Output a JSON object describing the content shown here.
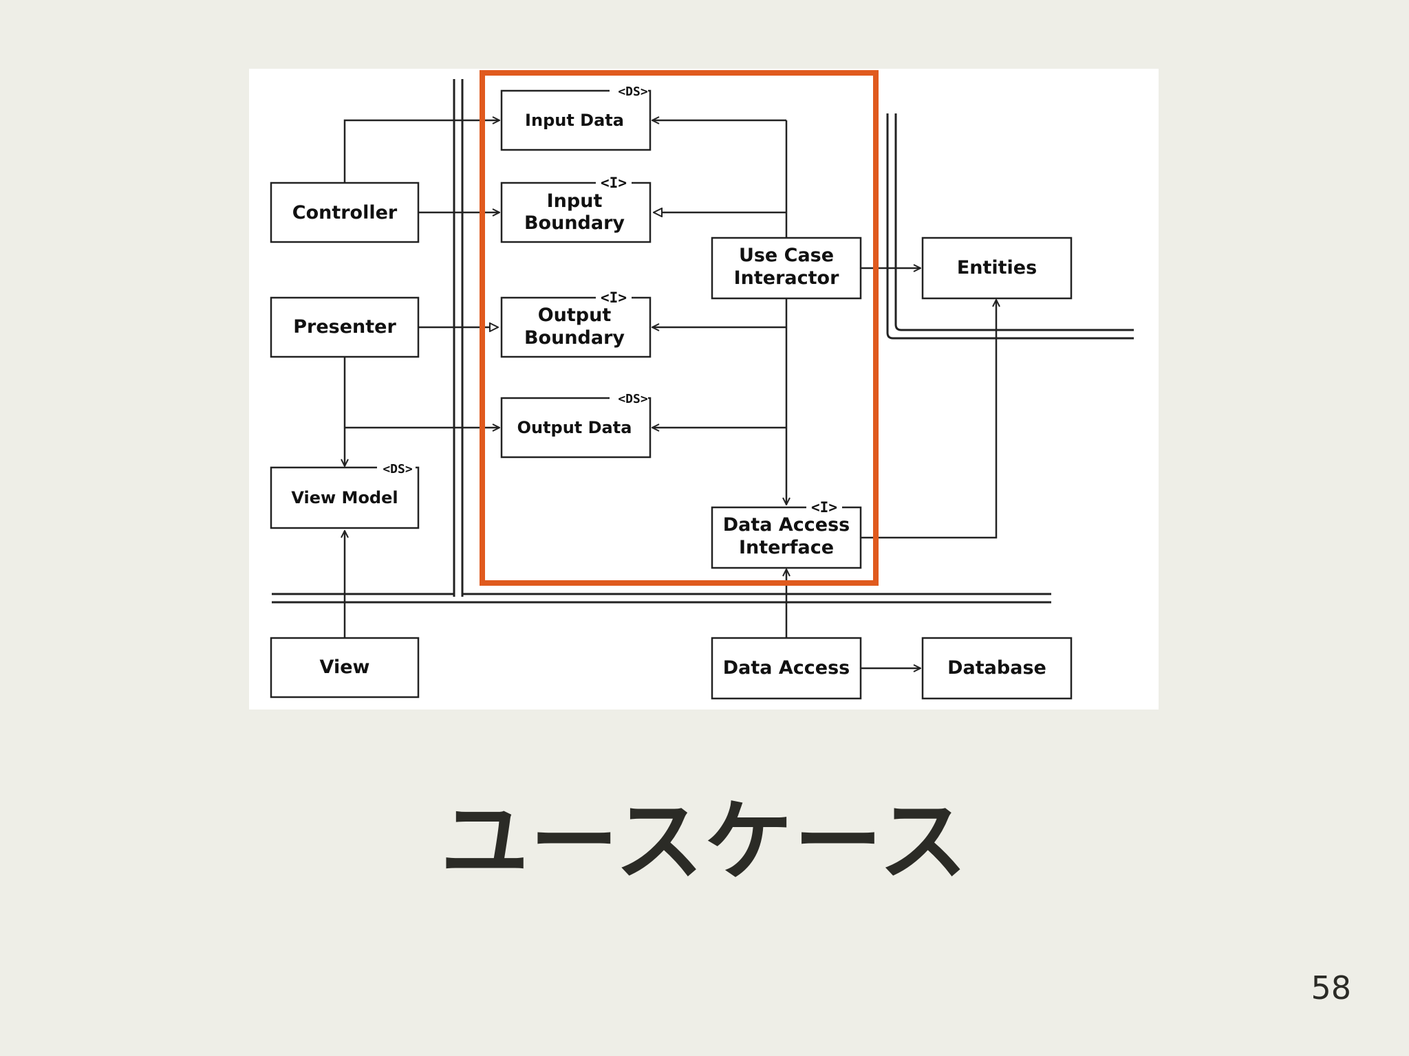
{
  "slide": {
    "title": "ユースケース",
    "page_number": "58"
  },
  "diagram": {
    "highlight_color": "#e05a1e",
    "stereotypes": {
      "ds": "<DS>",
      "interface": "<I>"
    },
    "nodes": {
      "controller": "Controller",
      "presenter": "Presenter",
      "view_model": "View Model",
      "view": "View",
      "input_data": "Input Data",
      "input_boundary_l1": "Input",
      "input_boundary_l2": "Boundary",
      "output_boundary_l1": "Output",
      "output_boundary_l2": "Boundary",
      "output_data": "Output Data",
      "use_case_interactor_l1": "Use Case",
      "use_case_interactor_l2": "Interactor",
      "entities": "Entities",
      "data_access_interface_l1": "Data Access",
      "data_access_interface_l2": "Interface",
      "data_access": "Data Access",
      "database": "Database"
    }
  }
}
